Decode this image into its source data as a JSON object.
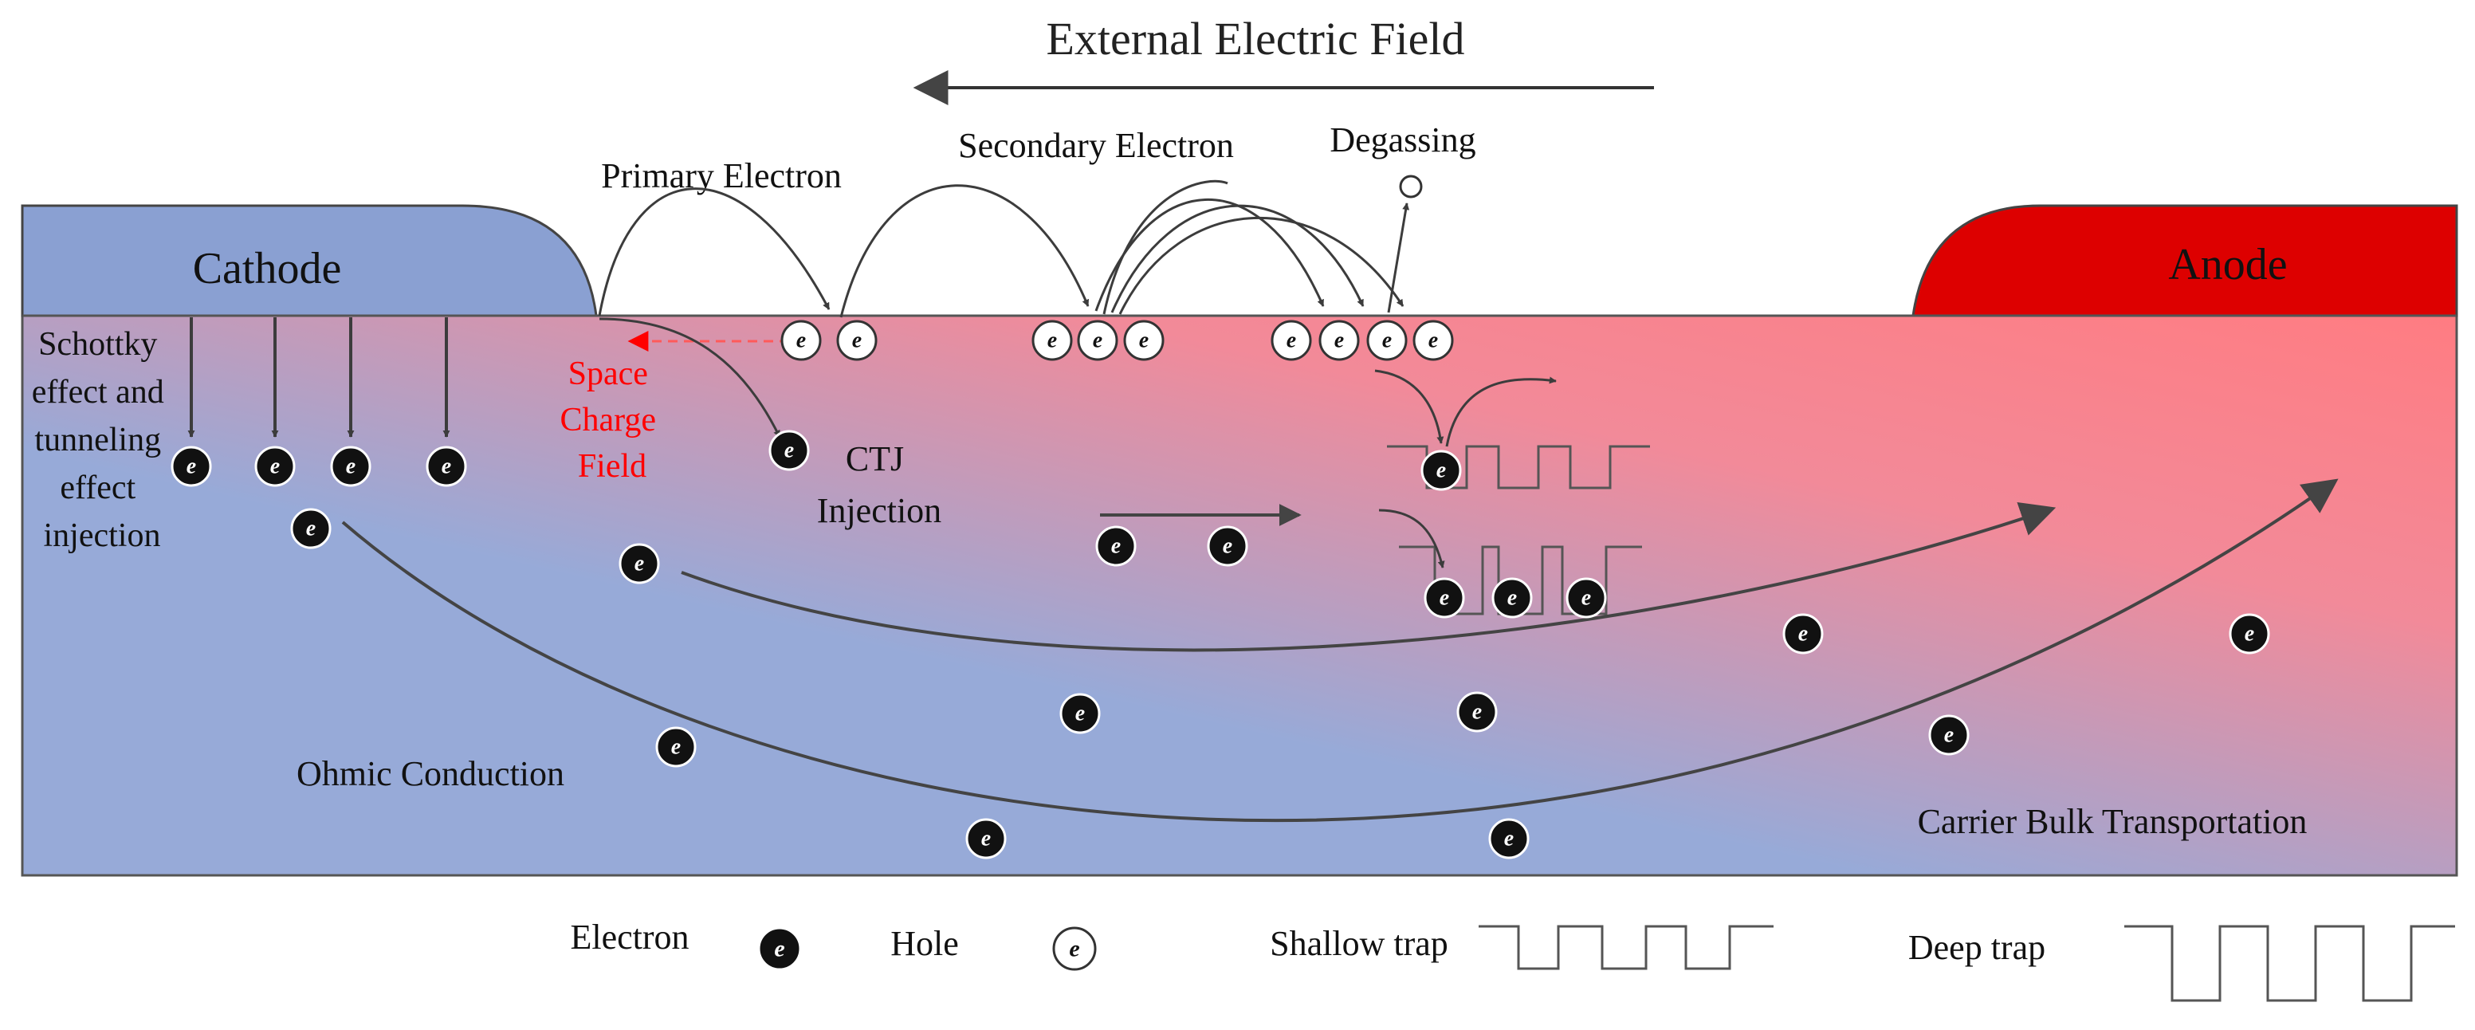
{
  "title": "External Electric Field",
  "electrodes": {
    "cathode": "Cathode",
    "anode": "Anode"
  },
  "labels": {
    "primary_electron": "Primary Electron",
    "secondary_electron": "Secondary Electron",
    "degassing": "Degassing",
    "schottky": [
      "Schottky",
      "effect and",
      "tunneling",
      "effect",
      "injection"
    ],
    "space_charge": [
      "Space",
      "Charge",
      "Field"
    ],
    "ctj": [
      "CTJ",
      "Injection"
    ],
    "ohmic": "Ohmic Conduction",
    "bulk": "Carrier Bulk Transportation"
  },
  "legend": {
    "electron": "Electron",
    "hole": "Hole",
    "shallow_trap": "Shallow trap",
    "deep_trap": "Deep trap"
  },
  "particle_glyph": "e",
  "colors": {
    "cathode": "#8aa0d2",
    "anode": "#dd0000",
    "bulk_cold": "#97aad8",
    "bulk_hot": "#ff7f86",
    "space_charge": "#ff0000",
    "arrow": "#3c3c3c"
  }
}
